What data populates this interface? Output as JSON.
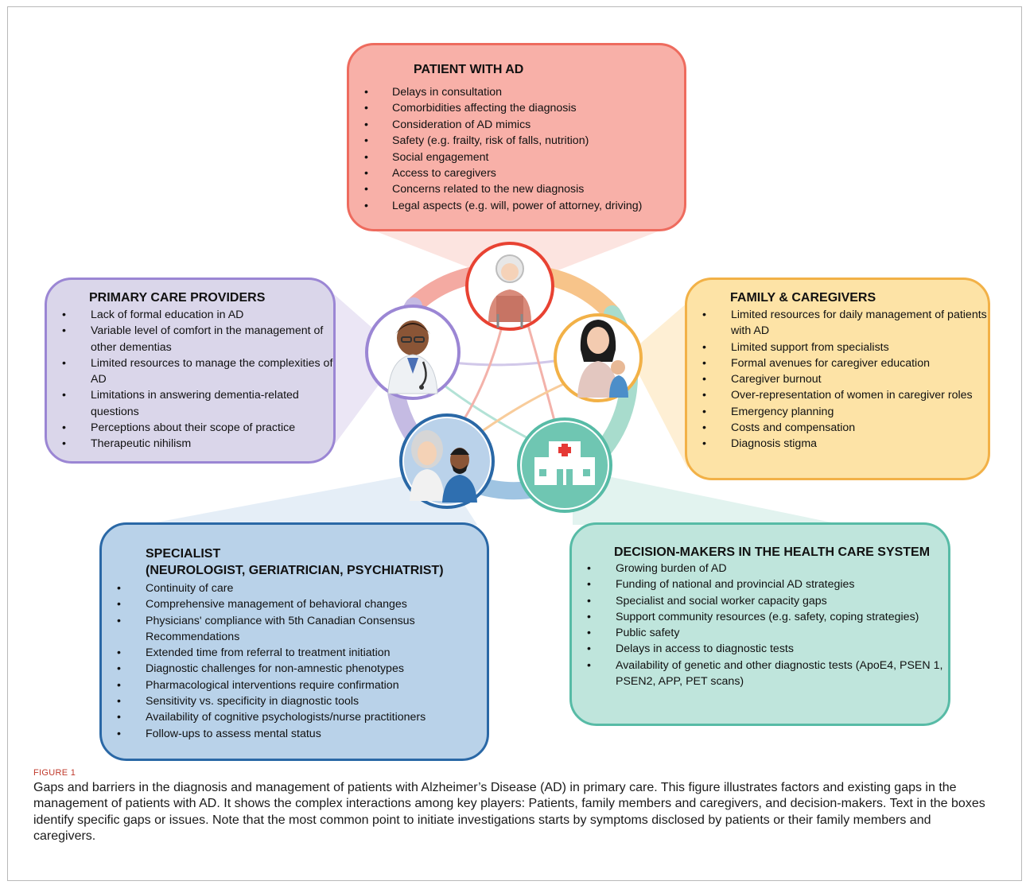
{
  "figure": {
    "label": "FIGURE 1",
    "caption": "Gaps and barriers in the diagnosis and management of patients with Alzheimer’s Disease (AD) in primary care. This figure illustrates factors and existing gaps in the management of patients with AD. It shows the complex interactions among key players: Patients, family members and caregivers, and decision-makers. Text in the boxes identify specific gaps or issues. Note that the most common point to initiate investigations starts by symptoms disclosed by patients or their family members and caregivers."
  },
  "colors": {
    "patient": "#f8b0a8",
    "patient_border": "#ee6b5e",
    "primary": "#dad6ea",
    "primary_border": "#9b86d4",
    "family": "#fde3a6",
    "family_border": "#f2b147",
    "specialist": "#b9d2e9",
    "specialist_border": "#2a68a6",
    "decision": "#bfe5dc",
    "decision_border": "#57bba6"
  },
  "patient": {
    "title": "PATIENT WITH AD",
    "items": [
      "Delays in consultation",
      "Comorbidities affecting the diagnosis",
      "Consideration of AD mimics",
      "Safety (e.g. frailty, risk of falls, nutrition)",
      "Social engagement",
      "Access to caregivers",
      "Concerns related to the new diagnosis",
      "Legal aspects (e.g. will, power of attorney, driving)"
    ]
  },
  "primary": {
    "title": "PRIMARY CARE PROVIDERS",
    "items": [
      "Lack of formal education in AD",
      "Variable level of comfort in the management of other dementias",
      "Limited resources to manage the complexities of AD",
      "Limitations in answering dementia-related questions",
      "Perceptions about their scope of practice",
      "Therapeutic nihilism"
    ]
  },
  "family": {
    "title": "FAMILY & CAREGIVERS",
    "items": [
      "Limited resources for daily management of patients with AD",
      "Limited support from specialists",
      "Formal avenues for caregiver education",
      "Caregiver burnout",
      "Over-representation of women in caregiver roles",
      "Emergency planning",
      "Costs and compensation",
      "Diagnosis stigma"
    ]
  },
  "specialist": {
    "title": "SPECIALIST",
    "subtitle": "(NEUROLOGIST, GERIATRICIAN, PSYCHIATRIST)",
    "items": [
      "Continuity of care",
      "Comprehensive management of behavioral changes",
      "Physicians' compliance with 5th Canadian Consensus Recommendations",
      "Extended time from referral to treatment initiation",
      "Diagnostic challenges for non-amnestic phenotypes",
      "Pharmacological interventions require confirmation",
      "Sensitivity vs. specificity in diagnostic tools",
      "Availability of cognitive psychologists/nurse practitioners",
      "Follow-ups to assess mental status"
    ]
  },
  "decision": {
    "title": "DECISION-MAKERS IN THE HEALTH CARE SYSTEM",
    "items": [
      "Growing burden of AD",
      "Funding of national and provincial AD strategies",
      "Specialist and social worker capacity gaps",
      "Support community resources (e.g. safety, coping strategies)",
      "Public safety",
      "Delays in access to diagnostic tests",
      "Availability of genetic and other diagnostic tests (ApoE4, PSEN 1, PSEN2, APP, PET scans)"
    ]
  }
}
